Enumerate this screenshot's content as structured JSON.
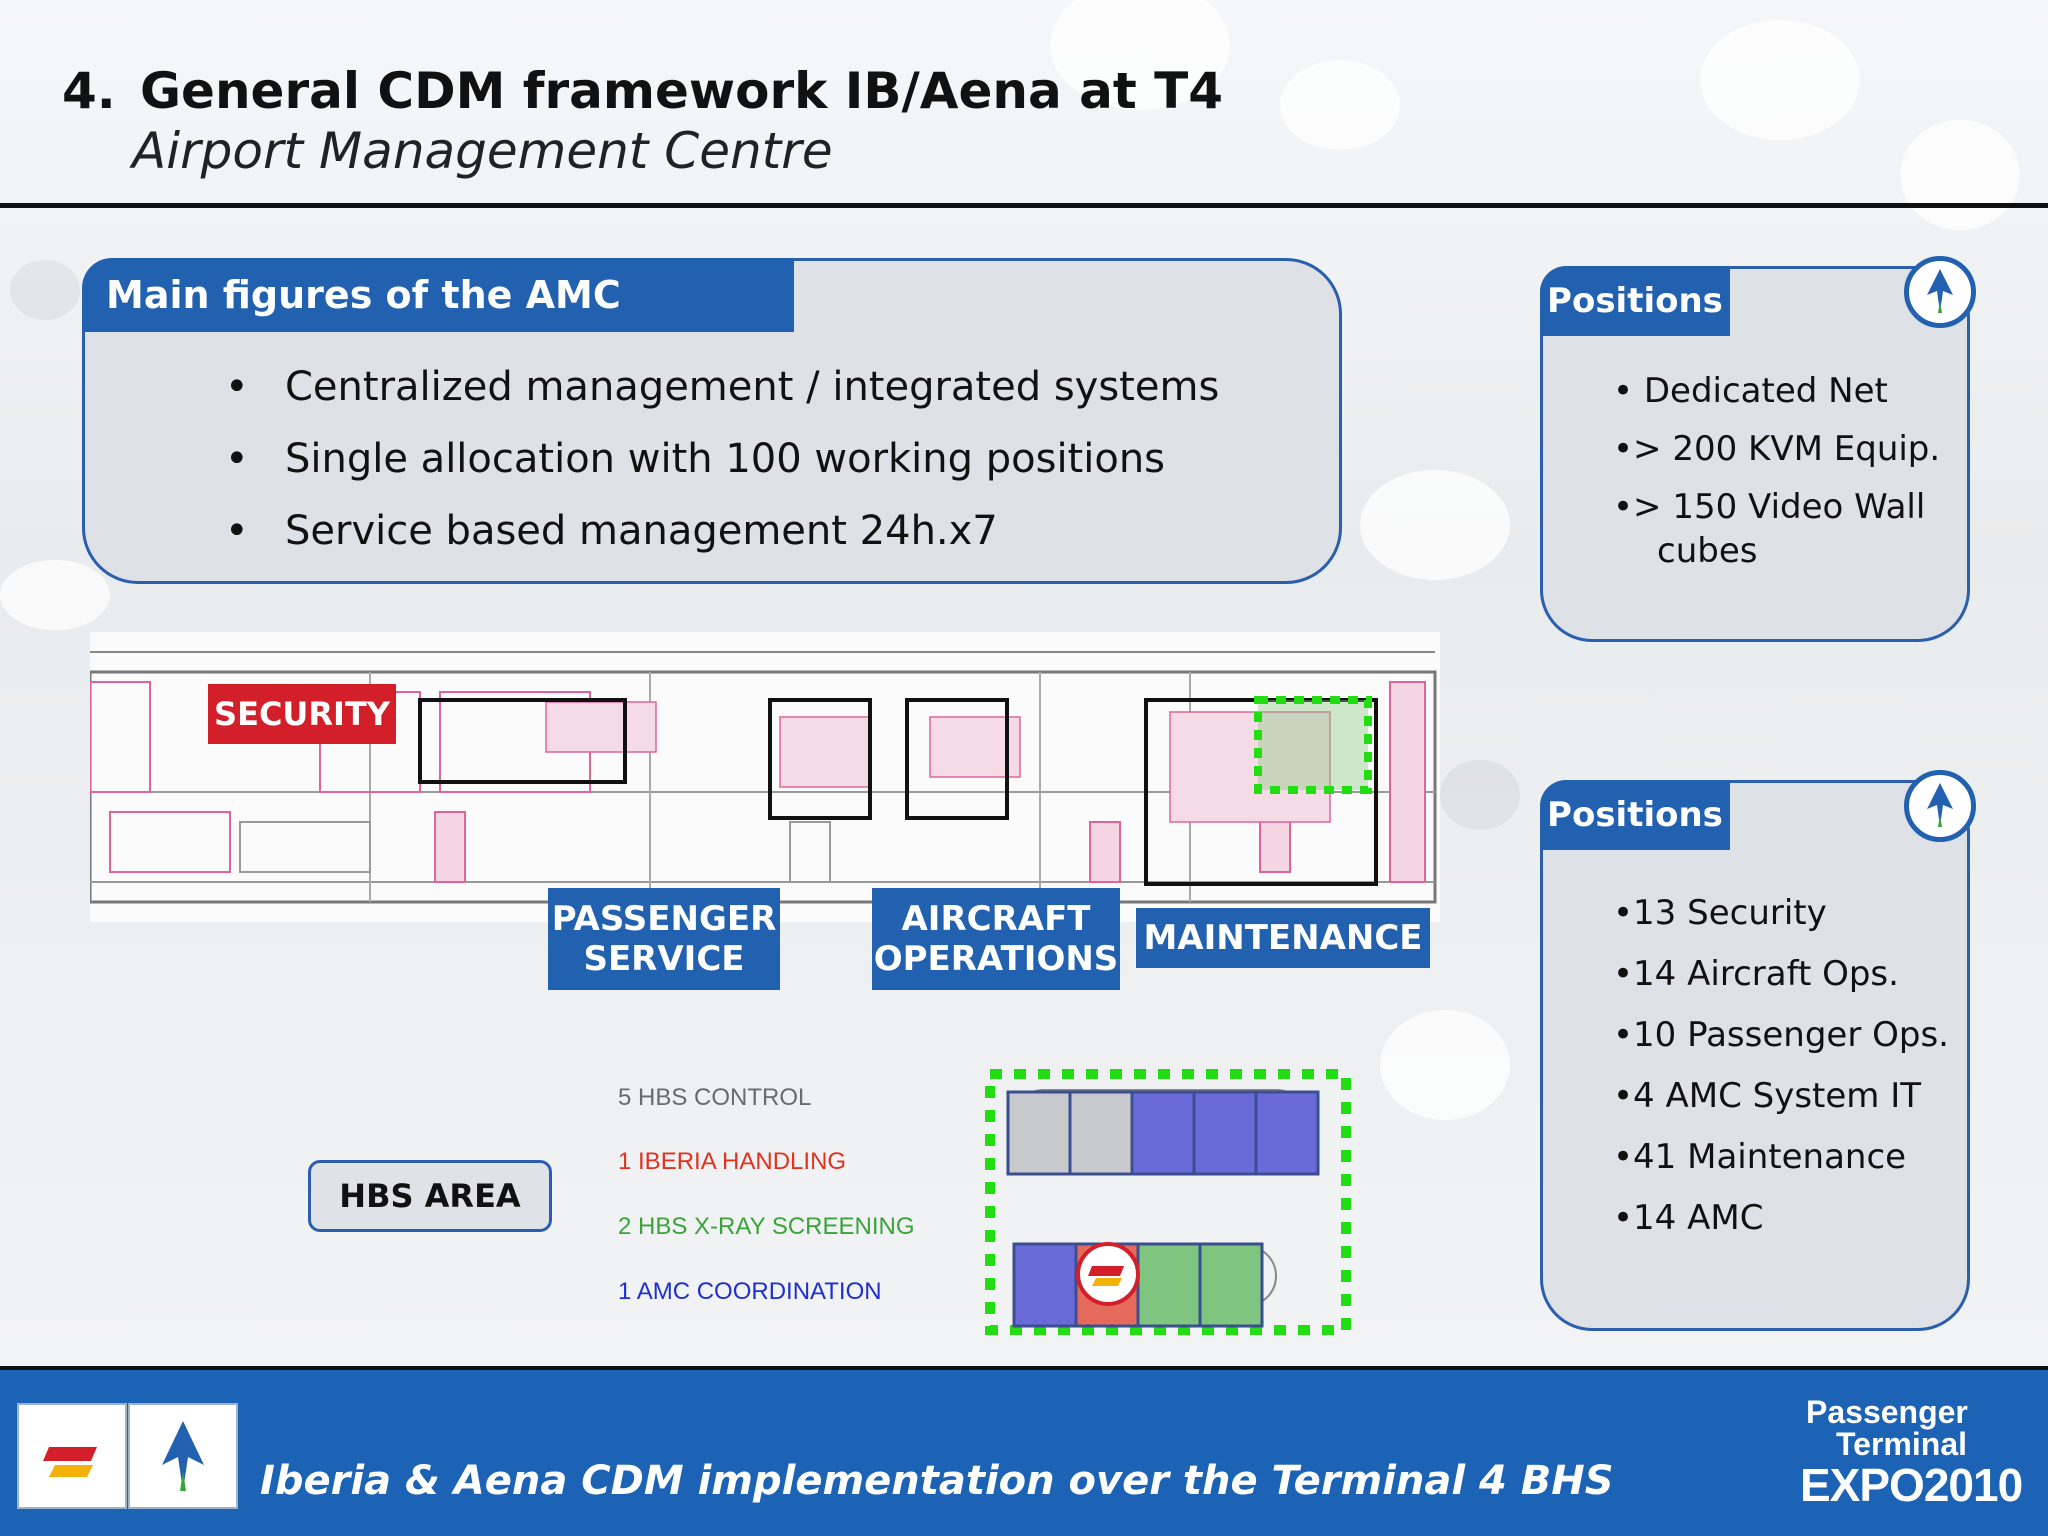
{
  "header": {
    "number": "4.",
    "title": "General CDM framework IB/Aena at T4",
    "subtitle": "Airport Management Centre"
  },
  "amc_panel": {
    "title": "Main figures of the AMC",
    "bullet": "•",
    "items": [
      "Centralized management / integrated systems",
      "Single allocation with 100 working positions",
      "Service based management 24h.x7"
    ]
  },
  "positions_infra": {
    "title": "Positions",
    "items": [
      "• Dedicated Net",
      "•> 200 KVM Equip.",
      "•> 150 Video Wall cubes"
    ]
  },
  "positions_staff": {
    "title": "Positions",
    "items": [
      "•13 Security",
      "•14 Aircraft Ops.",
      "•10 Passenger Ops.",
      "•4 AMC System IT",
      "•41 Maintenance",
      "•14 AMC"
    ]
  },
  "floorplan": {
    "security_label": "SECURITY",
    "passenger_label_1": "PASSENGER",
    "passenger_label_2": "SERVICE",
    "aircraft_label_1": "AIRCRAFT",
    "aircraft_label_2": "OPERATIONS",
    "maintenance_label": "MAINTENANCE"
  },
  "hbs": {
    "area_label": "HBS AREA",
    "legend": [
      {
        "text": "5 HBS CONTROL",
        "color": "#6b6b6b"
      },
      {
        "text": "1 IBERIA HANDLING",
        "color": "#e0331f"
      },
      {
        "text": "2 HBS X-RAY SCREENING",
        "color": "#3aa33a"
      },
      {
        "text": "1 AMC COORDINATION",
        "color": "#1f2fd0"
      }
    ]
  },
  "footer": {
    "caption": "Iberia & Aena CDM implementation over the Terminal 4 BHS",
    "event_logo_line1": "Passenger",
    "event_logo_line2": "Terminal",
    "event_logo_line3": "EXPO2010"
  },
  "colors": {
    "brand_blue": "#2260b0",
    "security_red": "#d31f2a",
    "highlight_green": "#22dd11"
  }
}
